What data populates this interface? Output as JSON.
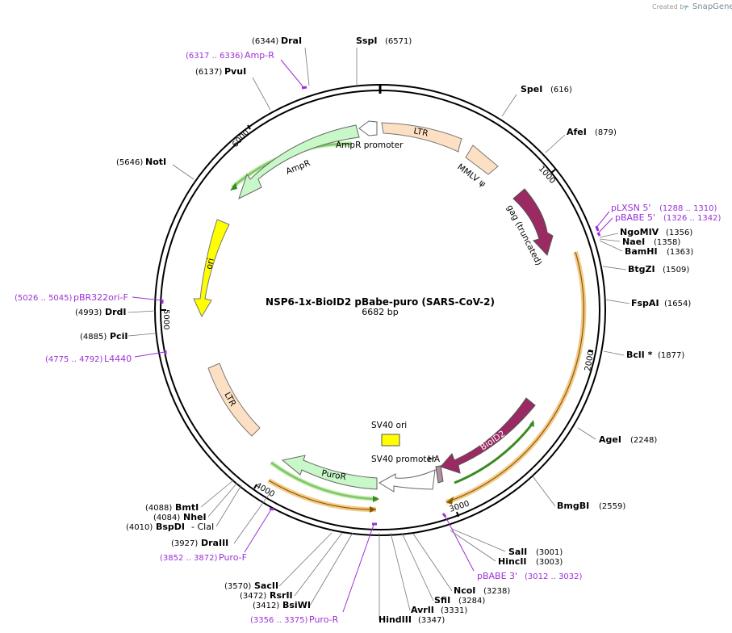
{
  "watermark": {
    "prefix": "Created by",
    "brand": "SnapGene"
  },
  "plasmid": {
    "name": "NSP6-1x-BioID2 pBabe-puro (SARS-CoV-2)",
    "length_label": "6682 bp"
  },
  "ticks": [
    "1000",
    "2000",
    "3000",
    "4000",
    "5000",
    "6000"
  ],
  "enzymes": [
    {
      "name": "SspI",
      "pos": "(6571)"
    },
    {
      "name": "DraI",
      "pos": "(6344)"
    },
    {
      "name": "PvuI",
      "pos": "(6137)"
    },
    {
      "name": "NotI",
      "pos": "(5646)"
    },
    {
      "name": "DrdI",
      "pos": "(4993)"
    },
    {
      "name": "PciI",
      "pos": "(4885)"
    },
    {
      "name": "SpeI",
      "pos": "(616)"
    },
    {
      "name": "AfeI",
      "pos": "(879)"
    },
    {
      "name": "NgoMIV",
      "pos": "(1356)"
    },
    {
      "name": "NaeI",
      "pos": "(1358)"
    },
    {
      "name": "BamHI",
      "pos": "(1363)"
    },
    {
      "name": "BtgZI",
      "pos": "(1509)"
    },
    {
      "name": "FspAI",
      "pos": "(1654)"
    },
    {
      "name": "BclI *",
      "pos": "(1877)"
    },
    {
      "name": "AgeI",
      "pos": "(2248)"
    },
    {
      "name": "BmgBI",
      "pos": "(2559)"
    },
    {
      "name": "SalI",
      "pos": "(3001)"
    },
    {
      "name": "HincII",
      "pos": "(3003)"
    },
    {
      "name": "NcoI",
      "pos": "(3238)"
    },
    {
      "name": "SfiI",
      "pos": "(3284)"
    },
    {
      "name": "AvrII",
      "pos": "(3331)"
    },
    {
      "name": "HindIII",
      "pos": "(3347)"
    },
    {
      "name": "SacII",
      "pos": "(3570)"
    },
    {
      "name": "RsrII",
      "pos": "(3472)"
    },
    {
      "name": "BsiWI",
      "pos": "(3412)"
    },
    {
      "name": "DraIII",
      "pos": "(3927)"
    },
    {
      "name": "BmtI",
      "pos": "(4088)"
    },
    {
      "name": "NheI",
      "pos": "(4084)"
    },
    {
      "name": "BspDI",
      "pos": "(4010)"
    },
    {
      "name": "ClaI",
      "pos": "- ClaI"
    }
  ],
  "primers": [
    {
      "name": "Amp-R",
      "pos": "(6317 .. 6336)"
    },
    {
      "name": "pBR322ori-F",
      "pos": "(5026 .. 5045)"
    },
    {
      "name": "L4440",
      "pos": "(4775 .. 4792)"
    },
    {
      "name": "pLXSN 5'",
      "pos": "(1288 .. 1310)"
    },
    {
      "name": "pBABE 5'",
      "pos": "(1326 .. 1342)"
    },
    {
      "name": "pBABE 3'",
      "pos": "(3012 .. 3032)"
    },
    {
      "name": "Puro-F",
      "pos": "(3852 .. 3872)"
    },
    {
      "name": "Puro-R",
      "pos": "(3356 .. 3375)"
    }
  ],
  "features": [
    {
      "name": "LTR",
      "color": "#fde0c4"
    },
    {
      "name": "MMLV ψ",
      "color": "#fde0c4"
    },
    {
      "name": "gag (truncated)",
      "color": "#9b2a62"
    },
    {
      "name": "AmpR promoter",
      "color": "#ffffff"
    },
    {
      "name": "AmpR",
      "color": "#c8f7c8"
    },
    {
      "name": "ori",
      "color": "#ffff00"
    },
    {
      "name": "LTR",
      "color": "#fde0c4"
    },
    {
      "name": "SV40 ori",
      "color": "#ffff00"
    },
    {
      "name": "SV40 promoter",
      "color": "#ffffff"
    },
    {
      "name": "HA",
      "color": "#b08fa0"
    },
    {
      "name": "BioID2",
      "color": "#9b2a62"
    },
    {
      "name": "PuroR",
      "color": "#c8f7c8"
    }
  ],
  "colors": {
    "primer": "#9b30d9",
    "orf_fill": "#f0b860",
    "orf_line": "#3a8a20",
    "backbone": "#000000"
  }
}
